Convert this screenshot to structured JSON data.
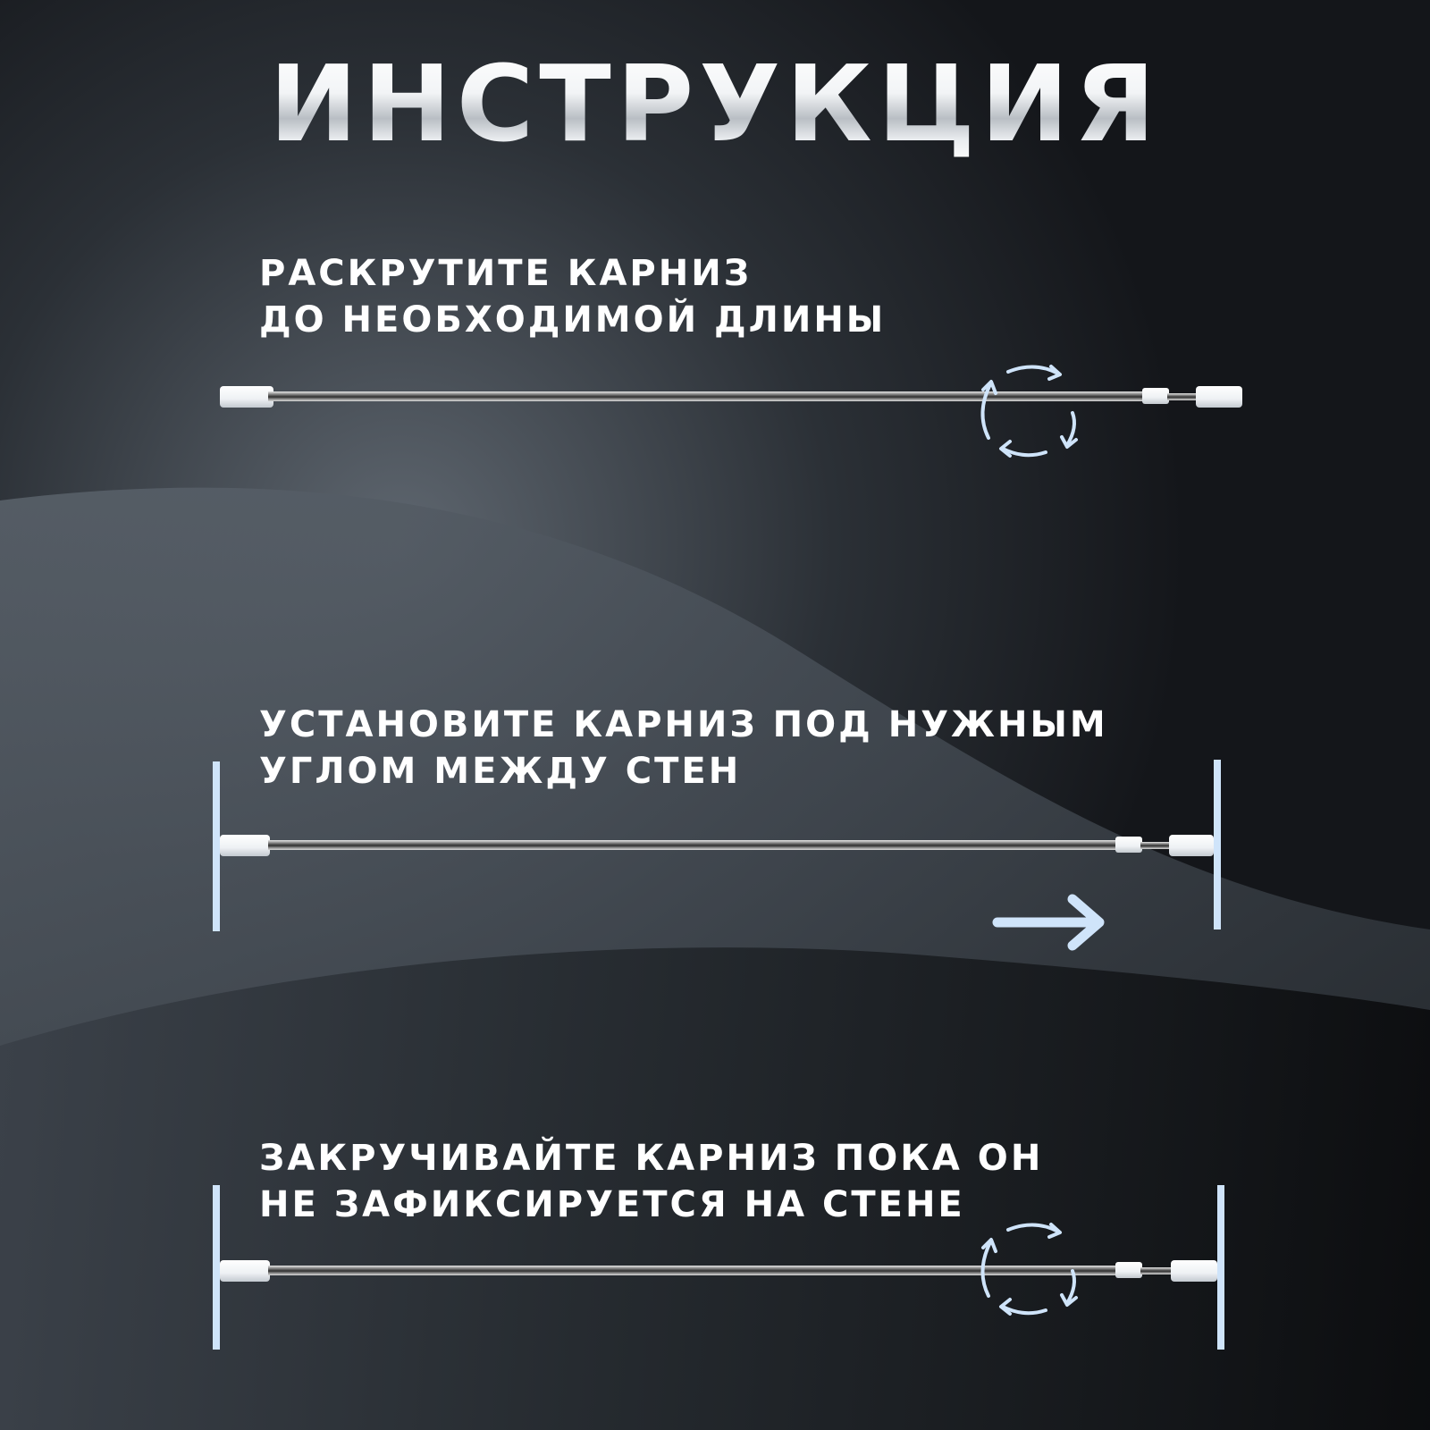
{
  "title": "ИНСТРУКЦИЯ",
  "steps": [
    {
      "lines": [
        "РАСКРУТИТЕ КАРНИЗ",
        "ДО НЕОБХОДИМОЙ ДЛИНЫ"
      ]
    },
    {
      "lines": [
        "УСТАНОВИТЕ КАРНИЗ ПОД НУЖНЫМ",
        "УГЛОМ МЕЖДУ СТЕН"
      ]
    },
    {
      "lines": [
        "ЗАКРУЧИВАЙТЕ КАРНИЗ ПОКА ОН",
        "НЕ ЗАФИКСИРУЕТСЯ НА СТЕНЕ"
      ]
    }
  ],
  "colors": {
    "background_dark": "#111316",
    "background_light": "#5c636c",
    "text": "#ffffff",
    "accent_blue": "#cfe4fa",
    "rod_steel": "#9a9a9a",
    "cap_white": "#f4f6f8"
  },
  "icons": [
    "rotate-arrows-icon",
    "arrow-right-icon",
    "wall-line-icon",
    "tension-rod-icon"
  ]
}
